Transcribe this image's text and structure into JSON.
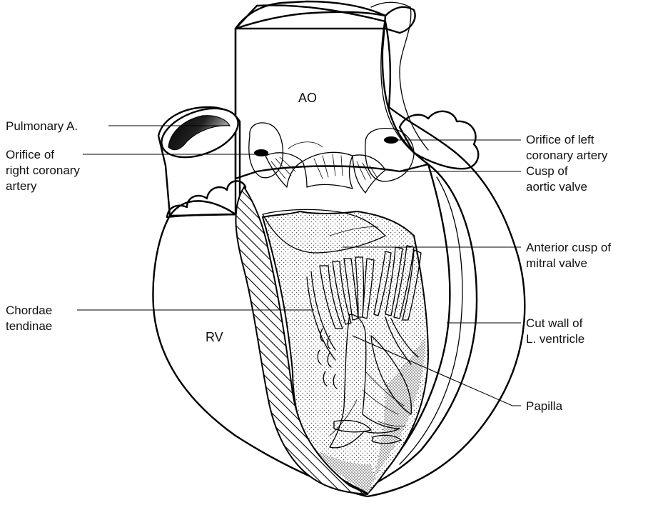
{
  "diagram": {
    "region_labels": {
      "ao": "AO",
      "rv": "RV"
    },
    "labels": [
      {
        "id": "pulmonary-a",
        "lines": [
          "Pulmonary A."
        ]
      },
      {
        "id": "orifice-right-coronary",
        "lines": [
          "Orifice of",
          "right coronary",
          "artery"
        ]
      },
      {
        "id": "chordae-tendinae",
        "lines": [
          "Chordae",
          "tendinae"
        ]
      },
      {
        "id": "orifice-left-coronary",
        "lines": [
          "Orifice of left",
          "coronary artery"
        ]
      },
      {
        "id": "cusp-aortic-valve",
        "lines": [
          "Cusp of",
          "aortic valve"
        ]
      },
      {
        "id": "anterior-cusp-mitral",
        "lines": [
          "Anterior cusp of",
          "mitral valve"
        ]
      },
      {
        "id": "cut-wall-lv",
        "lines": [
          "Cut wall of",
          "L. ventricle"
        ]
      },
      {
        "id": "papilla",
        "lines": [
          "Papilla"
        ]
      }
    ]
  }
}
